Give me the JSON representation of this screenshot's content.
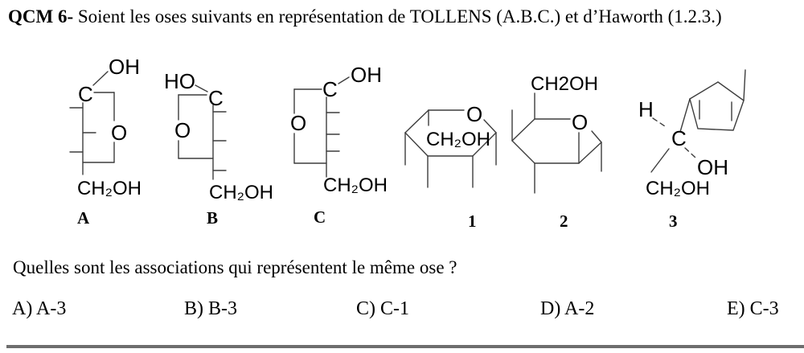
{
  "title": {
    "prefix": "QCM 6-",
    "rest": " Soient les oses suivants en représentation de TOLLENS (A.B.C.) et d’Haworth (1.2.3.)"
  },
  "question": "Quelles sont les associations qui représentent le même ose ?",
  "options": [
    {
      "text": "A) A-3"
    },
    {
      "text": "B) B-3"
    },
    {
      "text": "C) C-1"
    },
    {
      "text": "D) A-2"
    },
    {
      "text": "E) C-3"
    }
  ],
  "structures": {
    "a": {
      "label": "A",
      "oh": "OH",
      "c": "C",
      "o": "O",
      "ch2oh": "CH₂OH"
    },
    "b": {
      "label": "B",
      "ho": "HO",
      "c": "C",
      "o": "O",
      "ch2oh": "CH₂OH"
    },
    "c": {
      "label": "C",
      "oh": "OH",
      "c": "C",
      "o": "O",
      "ch2oh": "CH₂OH"
    },
    "h1": {
      "label": "1",
      "o": "O",
      "ch2oh": "CH₂OH"
    },
    "h2": {
      "label": "2",
      "o": "O",
      "ch2oh": "CH2OH"
    },
    "h3": {
      "label": "3",
      "h": "H",
      "c": "C",
      "oh": "OH",
      "ch2oh": "CH₂OH"
    }
  },
  "colors": {
    "text": "#000000",
    "rule": "#6e6e6e",
    "bond_line": "#3d3d3d",
    "background": "#ffffff"
  }
}
